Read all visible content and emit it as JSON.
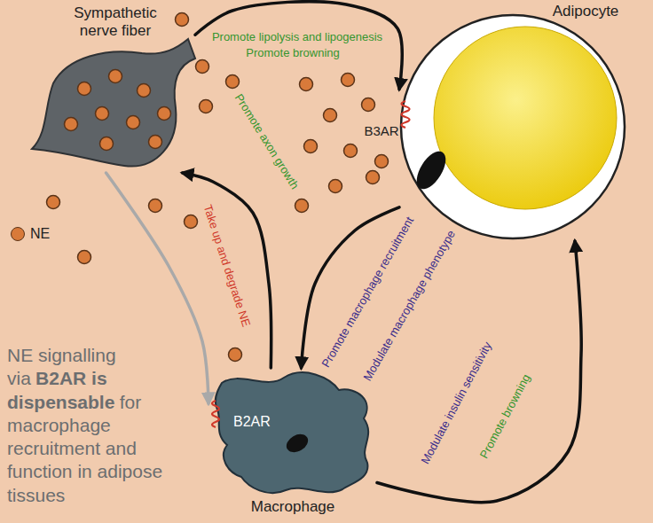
{
  "diagram": {
    "nodes": [
      {
        "text": [
          "Sympathetic nerve fiber"
        ]
      },
      {
        "text": [
          "Adipocyte"
        ]
      },
      {
        "text": [
          "B2AR",
          "Macrophage"
        ]
      }
    ],
    "edges": [
      {
        "from": 0,
        "to": 1,
        "arrow": "to",
        "label": "Promote lipolysis and lipogenesis"
      },
      {
        "from": 2,
        "to": 0,
        "arrow": "to",
        "label": "Promote axon growth"
      },
      {
        "from": 1,
        "to": 2,
        "arrow": "to",
        "label": "Promote macrophage recruitment"
      },
      {
        "from": 2,
        "to": 1,
        "arrow": "to",
        "label": "Modulate insulin sensitivity"
      },
      {
        "from": 0,
        "to": 2,
        "arrow": "to"
      }
    ],
    "labels": [
      "Promote browning",
      "Take up and degrade NE",
      "Modulate macrophage phenotype",
      "Promote browning",
      "B3AR",
      "NE signalling via",
      "B2AR is dispensable",
      "for macrophage recruitment and function in adipose tissues"
    ],
    "legend": [
      {
        "text": "NE",
        "color": "#d87a3a"
      }
    ]
  }
}
